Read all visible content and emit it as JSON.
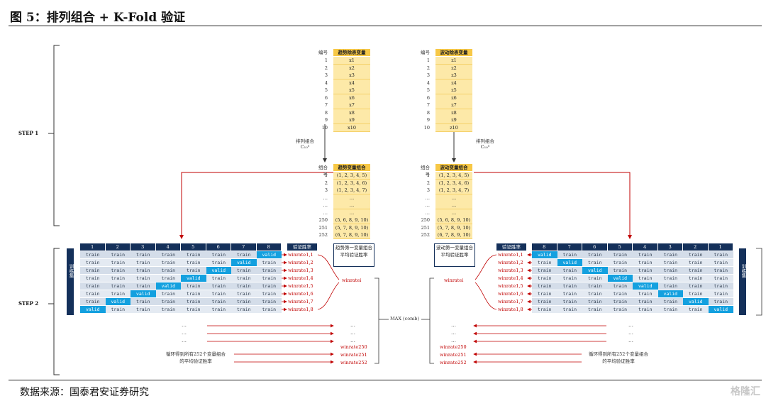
{
  "header": {
    "title": "图 5：排列组合 + K-Fold 验证"
  },
  "footer": {
    "source": "数据来源：国泰君安证券研究",
    "watermark": "格隆汇"
  },
  "steps": {
    "step1": "STEP 1",
    "step2": "STEP 2"
  },
  "left_list": {
    "index_header": "编号",
    "var_header": "趋势除表变量",
    "indices": [
      "1",
      "2",
      "3",
      "4",
      "5",
      "6",
      "7",
      "8",
      "9",
      "10"
    ],
    "values": [
      "x1",
      "x2",
      "x3",
      "x4",
      "x5",
      "x6",
      "x7",
      "x8",
      "x9",
      "x10"
    ]
  },
  "right_list": {
    "index_header": "编号",
    "var_header": "波动除表变量",
    "indices": [
      "1",
      "2",
      "3",
      "4",
      "5",
      "6",
      "7",
      "8",
      "9",
      "10"
    ],
    "values": [
      "z1",
      "z2",
      "z3",
      "z4",
      "z5",
      "z6",
      "z7",
      "z8",
      "z9",
      "z10"
    ]
  },
  "perm_label": {
    "text": "排列组合",
    "formula": "C₁₀⁵"
  },
  "left_combo": {
    "index_header": "组合号",
    "var_header": "趋势变量组合",
    "indices": [
      "1",
      "2",
      "3",
      "…",
      "…",
      "…",
      "250",
      "251",
      "252"
    ],
    "values": [
      "(1, 2, 3, 4, 5)",
      "(1, 2, 3, 4, 6)",
      "(1, 2, 3, 4, 7)",
      "…",
      "…",
      "…",
      "(5, 6, 8, 9, 10)",
      "(5, 7, 8, 9, 10)",
      "(6, 7, 8, 9, 10)"
    ]
  },
  "right_combo": {
    "index_header": "组合号",
    "var_header": "波动变量组合",
    "indices": [
      "1",
      "2",
      "3",
      "…",
      "…",
      "…",
      "250",
      "251",
      "252"
    ],
    "values": [
      "(1, 2, 3, 4, 5)",
      "(1, 2, 3, 4, 6)",
      "(1, 2, 3, 4, 7)",
      "…",
      "…",
      "…",
      "(5, 6, 8, 9, 10)",
      "(5, 7, 8, 9, 10)",
      "(6, 7, 8, 9, 10)"
    ]
  },
  "kfold": {
    "folds_left": [
      "1",
      "2",
      "3",
      "4",
      "5",
      "6",
      "7",
      "8"
    ],
    "folds_right": [
      "8",
      "7",
      "6",
      "5",
      "4",
      "3",
      "2",
      "1"
    ],
    "train_label": "train",
    "valid_label": "valid",
    "train_set_label": "训练集",
    "valid_rate_header": "验证胜率",
    "winrates": [
      "winrate1,1",
      "winrate1,2",
      "winrate1,3",
      "winrate1,4",
      "winrate1,5",
      "winrate1,6",
      "winrate1,7",
      "winrate1,8"
    ]
  },
  "left_note": "趋势第一变量组合平均验证胜率",
  "right_note": "波动第一变量组合平均验证胜率",
  "winrate_i": "winratei",
  "max_label": "MAX (comb)",
  "tail": {
    "winrates": [
      "winrate250",
      "winrate251",
      "winrate252"
    ],
    "note_line1": "循环得到所有252个变量组合",
    "note_line2": "的平均验证胜率"
  }
}
